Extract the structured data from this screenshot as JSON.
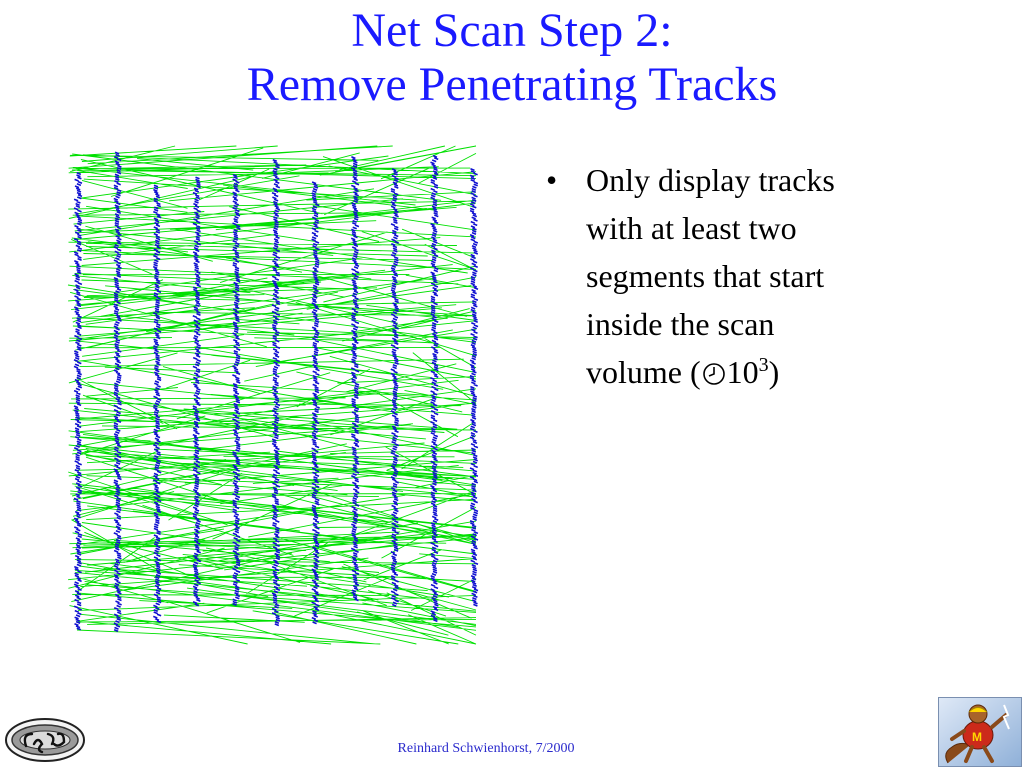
{
  "slide": {
    "title_line1": "Net Scan Step 2:",
    "title_line2": "Remove Penetrating Tracks",
    "bullet": {
      "marker": "•",
      "lines": [
        "Only display tracks",
        "with at least two",
        "segments that start",
        "inside the scan"
      ],
      "last_line_prefix": "volume (",
      "last_line_icon": "clock-icon",
      "last_line_number": "10",
      "last_line_exponent": "3",
      "last_line_suffix": ")"
    },
    "footer": "Reinhard Schwienhorst, 7/2000"
  },
  "display": {
    "track_color": "#00e000",
    "segment_color": "#1010d0",
    "plate_count": 11
  },
  "colors": {
    "title": "#1a1aff",
    "footer": "#2a2acc"
  }
}
